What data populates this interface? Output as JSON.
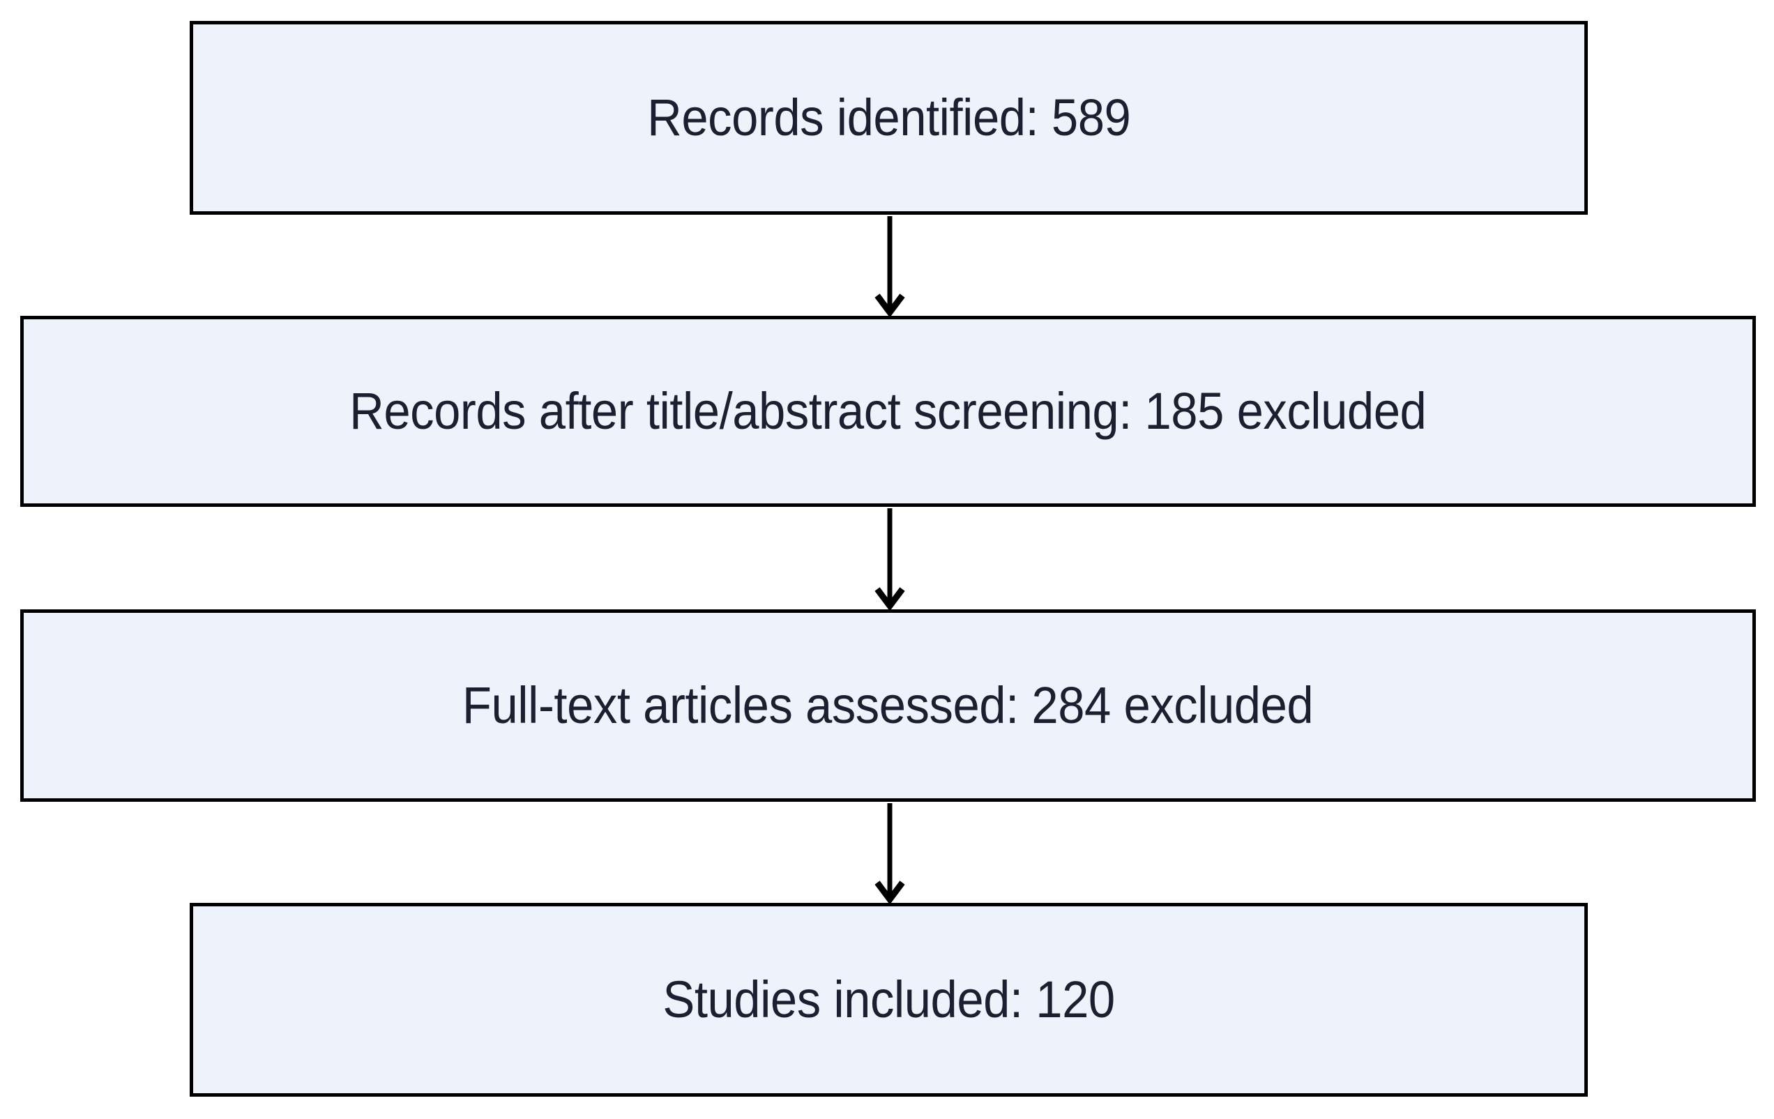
{
  "diagram": {
    "type": "prisma-flow-diagram",
    "orientation": "vertical",
    "colors": {
      "box_fill": "#eef2fb",
      "box_border": "#000000",
      "text": "#1b2030",
      "arrow": "#000000",
      "background": "#ffffff"
    },
    "nodes": [
      {
        "id": "identified",
        "label": "Records identified: 589",
        "stage": "identification",
        "count": 589,
        "excluded": null
      },
      {
        "id": "screened",
        "label": "Records after title/abstract screening: 185 excluded",
        "stage": "screening",
        "count": null,
        "excluded": 185
      },
      {
        "id": "fulltext",
        "label": "Full-text articles assessed: 284 excluded",
        "stage": "eligibility",
        "count": null,
        "excluded": 284
      },
      {
        "id": "included",
        "label": "Studies included: 120",
        "stage": "included",
        "count": 120,
        "excluded": null
      }
    ],
    "edges": [
      {
        "id": "edge-1",
        "from": "identified",
        "to": "screened",
        "label": ""
      },
      {
        "id": "edge-2",
        "from": "screened",
        "to": "fulltext",
        "label": ""
      },
      {
        "id": "edge-3",
        "from": "fulltext",
        "to": "included",
        "label": ""
      }
    ]
  }
}
